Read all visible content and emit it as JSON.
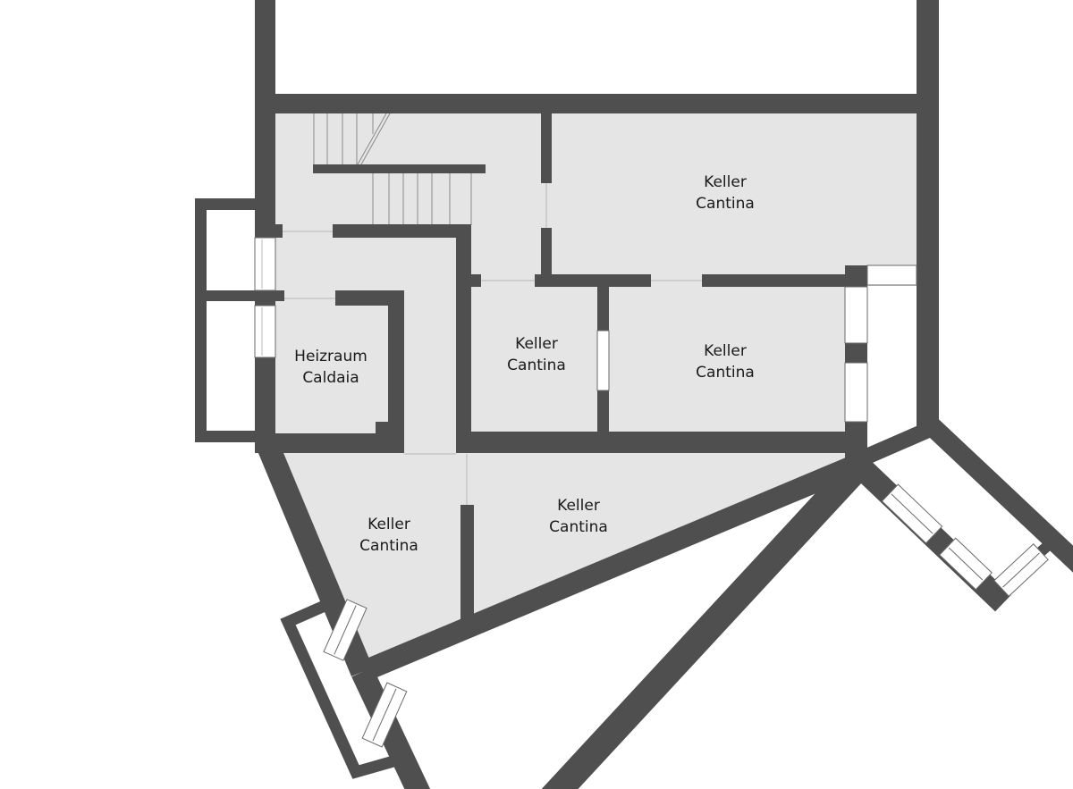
{
  "plan": {
    "colors": {
      "wall": "#4f4f4f",
      "floor": "#e5e5e5",
      "background": "#ffffff"
    },
    "rooms": [
      {
        "name": "Keller",
        "subtitle": "Cantina"
      },
      {
        "name": "Keller",
        "subtitle": "Cantina"
      },
      {
        "name": "Keller",
        "subtitle": "Cantina"
      },
      {
        "name": "Heizraum",
        "subtitle": "Caldaia"
      },
      {
        "name": "Keller",
        "subtitle": "Cantina"
      },
      {
        "name": "Keller",
        "subtitle": "Cantina"
      }
    ]
  }
}
